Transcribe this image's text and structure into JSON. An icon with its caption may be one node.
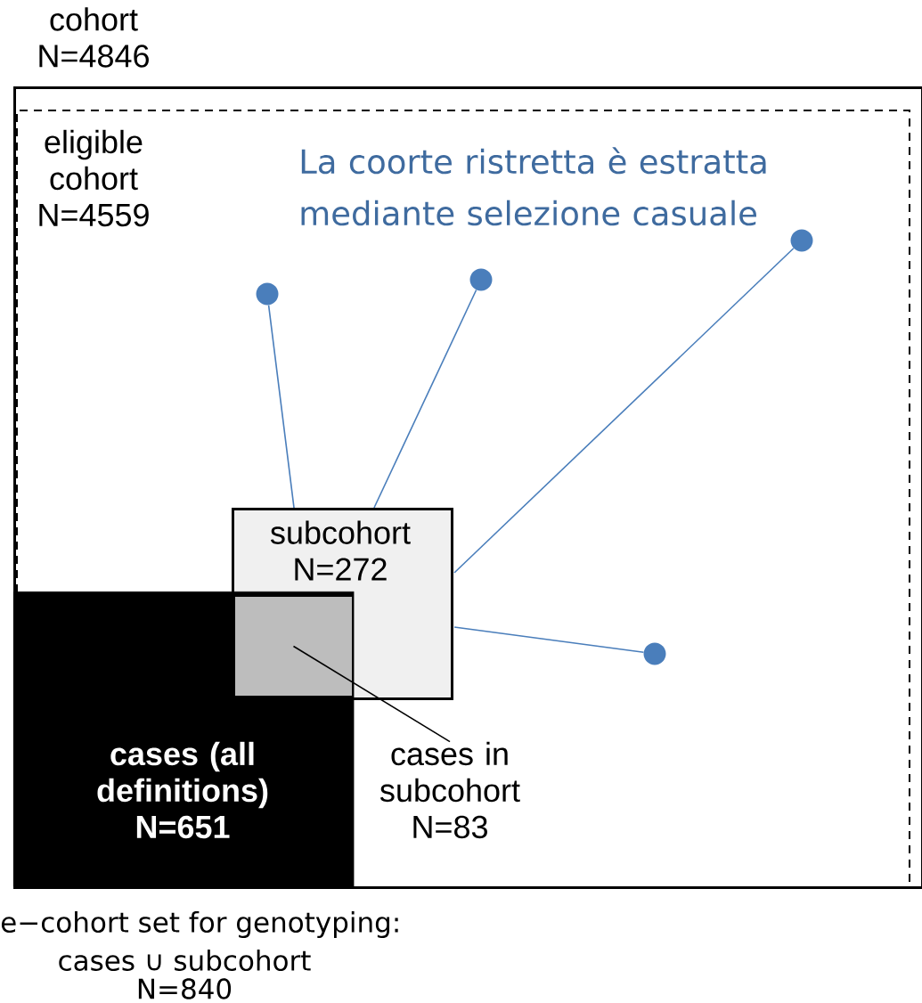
{
  "diagram": {
    "nodes": [
      {
        "text": [
          "cohort N=4846"
        ]
      },
      {
        "text": [
          "eligible cohort N=4559"
        ],
        "in": 0
      },
      {
        "text": [
          "subcohort N=272"
        ],
        "in": 1
      },
      {
        "text": [
          "cases (all definitions) N=651"
        ],
        "in": 1
      },
      {
        "text": [],
        "shape": "box"
      },
      {
        "text": [
          "cases in subcohort N=83"
        ],
        "in": 1
      },
      {
        "text": [],
        "shape": "circle",
        "in": 1
      },
      {
        "text": [],
        "shape": "circle",
        "in": 1
      },
      {
        "text": [],
        "shape": "circle",
        "in": 1
      },
      {
        "text": [],
        "shape": "circle",
        "in": 1
      }
    ],
    "edges": [
      {
        "from": 5,
        "to": 4,
        "arrow": "none",
        "color": "#000000"
      },
      {
        "from": 6,
        "to": 2,
        "arrow": "none"
      },
      {
        "from": 7,
        "to": 2,
        "arrow": "none"
      },
      {
        "from": 8,
        "to": 2,
        "arrow": "none"
      },
      {
        "from": 9,
        "to": 2,
        "arrow": "none"
      }
    ],
    "labels": [
      "La coorte ristretta è estratta mediante selezione casuale",
      "e−cohort set for genotyping:",
      "cases ∪ subcohort",
      "N=840"
    ]
  }
}
